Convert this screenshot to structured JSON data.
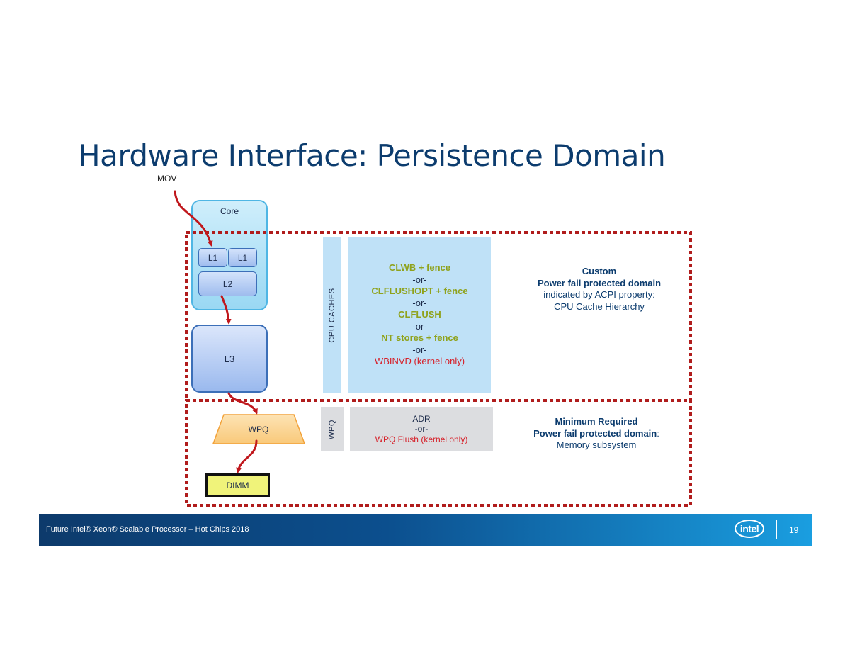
{
  "title": "Hardware Interface: Persistence Domain",
  "mov_label": "MOV",
  "boxes": {
    "core": "Core",
    "l1a": "L1",
    "l1b": "L1",
    "l2": "L2",
    "l3": "L3",
    "wpq": "WPQ",
    "dimm": "DIMM"
  },
  "strips": {
    "cpu_caches": "CPU CACHES",
    "wpq": "WPQ"
  },
  "cpu_methods": {
    "clwb": "CLWB + fence",
    "or1": "-or-",
    "clflushopt": "CLFLUSHOPT + fence",
    "or2": "-or-",
    "clflush": "CLFLUSH",
    "or3": "-or-",
    "nt_stores": "NT stores + fence",
    "or4": "-or-",
    "wbinvd": "WBINVD (kernel only)"
  },
  "wpq_methods": {
    "adr": "ADR",
    "or": "-or-",
    "wpq_flush": "WPQ Flush (kernel only)"
  },
  "custom_domain": {
    "line1": "Custom",
    "line2": "Power fail protected domain",
    "line3": "indicated by ACPI property:",
    "line4": "CPU Cache Hierarchy"
  },
  "min_domain": {
    "line1": "Minimum Required",
    "line2": "Power fail protected domain",
    "line2_suffix": ":",
    "line3": "Memory subsystem"
  },
  "footer": {
    "text": "Future Intel® Xeon® Scalable Processor – Hot Chips 2018",
    "logo": "intel",
    "page_number": "19"
  },
  "colors": {
    "title": "#0c3c6e",
    "dotted_border": "#b01c1c",
    "arrow": "#c0171c",
    "method_green": "#8fa21c",
    "method_red": "#d62029"
  }
}
